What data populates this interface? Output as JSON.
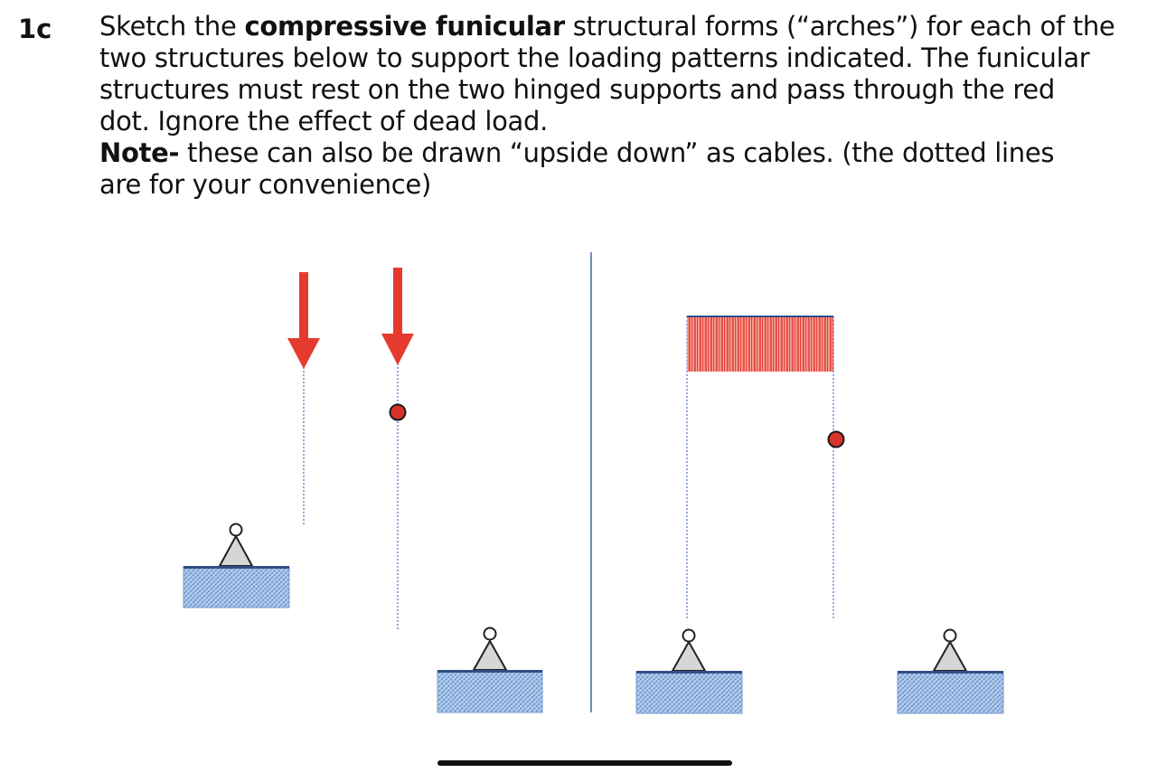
{
  "question": {
    "number": "1c",
    "line1_pre": "Sketch the ",
    "line1_bold": "compressive funicular",
    "line1_post": " structural forms (“arches”) for each of the",
    "line2": "two structures below to support the loading patterns indicated. The funicular",
    "line3": "structures must rest on the two hinged supports and pass through the red",
    "line4": "dot.  Ignore the effect of dead load.",
    "note_label": "Note-",
    "note_line1": " these can also be drawn “upside down” as cables. (the dotted lines",
    "note_line2": "are for your convenience)"
  },
  "colors": {
    "load_red": "#e53b2f",
    "dot_red": "#d8332b",
    "divider_blue": "#4a6fb0",
    "support_fill": "#a9c6ea",
    "support_edge": "#2f4f86",
    "triangle_fill": "#d6d6d6",
    "dotted_line": "#5b7fc0"
  },
  "icons": {
    "point_load": "down-arrow",
    "hinge_support": "pin-support",
    "target_point": "red-dot"
  }
}
